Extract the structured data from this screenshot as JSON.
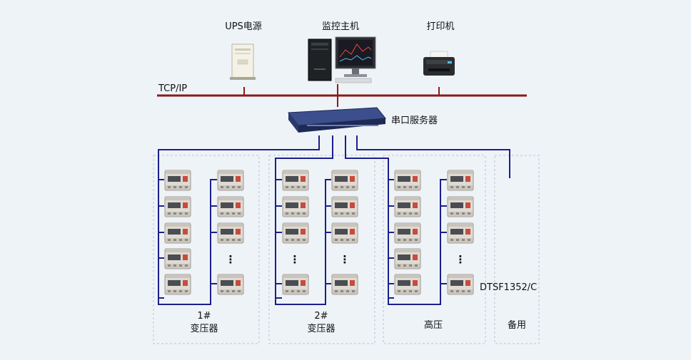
{
  "devices": {
    "ups": "UPS电源",
    "host": "监控主机",
    "printer": "打印机",
    "serial_server": "串口服务器"
  },
  "network": {
    "bus_label": "TCP/IP"
  },
  "groups": [
    {
      "name_line1": "1#",
      "name_line2": "变压器"
    },
    {
      "name_line1": "2#",
      "name_line2": "变压器"
    },
    {
      "name_line1": "",
      "name_line2": "高压"
    },
    {
      "name_line1": "",
      "name_line2": "备用"
    }
  ],
  "meter_model": "DTSF1352/C",
  "ellipsis": "⋮",
  "colors": {
    "background": "#eef3f7",
    "bus": "#8b1a1a",
    "rs485": "#1c1f8c",
    "group_border": "#b8c4cc",
    "meter_body": "#dedad4",
    "meter_screen": "#4a4d52",
    "meter_accent": "#c84b3c"
  }
}
